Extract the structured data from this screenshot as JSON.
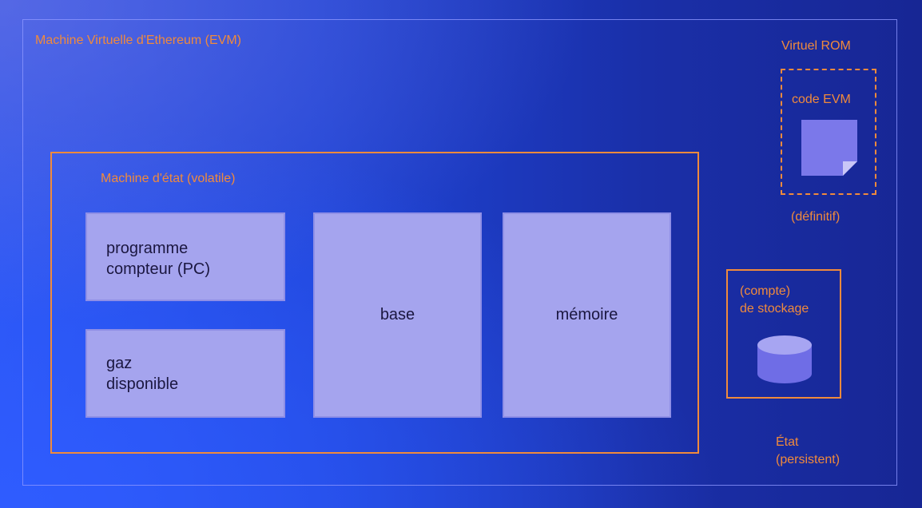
{
  "evm": {
    "title": "Machine Virtuelle d'Ethereum (EVM)"
  },
  "state_machine": {
    "label": "Machine d'état (volatile)",
    "pc": {
      "line1": "programme",
      "line2": "compteur (PC)"
    },
    "gas": {
      "line1": "gaz",
      "line2": "disponible"
    },
    "stack": "base",
    "memory": "mémoire"
  },
  "rom": {
    "label": "Virtuel ROM",
    "code": "code EVM",
    "icon": "document-icon",
    "note": "(définitif)"
  },
  "storage": {
    "line1": "(compte)",
    "line2": "de stockage",
    "icon": "database-icon"
  },
  "world_state": {
    "line1": "État",
    "line2": "(persistent)"
  },
  "colors": {
    "accent": "#f08a3c",
    "cell_fill": "#a5a4ee",
    "icon_fill": "#7b78ea",
    "background": "#1f45d8"
  }
}
